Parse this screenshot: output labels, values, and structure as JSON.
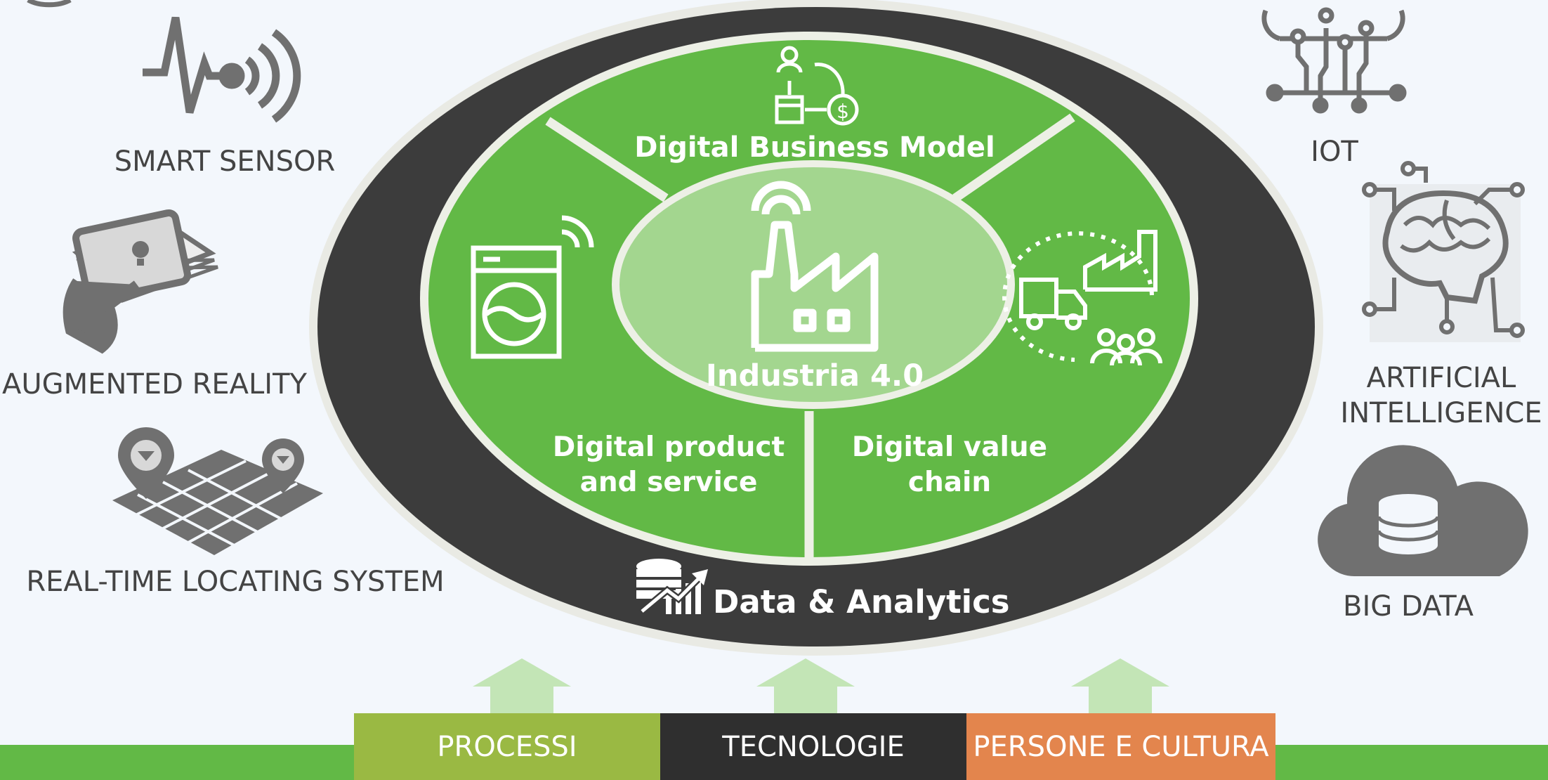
{
  "center": {
    "title": "Industria 4.0"
  },
  "ring_sections": {
    "top": "Digital Business Model",
    "bottom_left_line1": "Digital product",
    "bottom_left_line2": "and service",
    "bottom_right_line1": "Digital value",
    "bottom_right_line2": "chain"
  },
  "outer_ring": {
    "label": "Data & Analytics"
  },
  "technologies_left": [
    {
      "label": "SMART SENSOR",
      "icon": "smart-sensor-icon"
    },
    {
      "label": "AUGMENTED REALITY",
      "icon": "augmented-reality-icon"
    },
    {
      "label": "REAL-TIME LOCATING SYSTEM",
      "icon": "rtls-map-icon"
    }
  ],
  "technologies_right": [
    {
      "label": "IOT",
      "icon": "iot-circuit-icon"
    },
    {
      "label_line1": "ARTIFICIAL",
      "label_line2": "INTELLIGENCE",
      "icon": "ai-brain-icon"
    },
    {
      "label": "BIG DATA",
      "icon": "big-data-cloud-icon"
    }
  ],
  "pillars": [
    {
      "label": "PROCESSI",
      "color": "#9ab943"
    },
    {
      "label": "TECNOLOGIE",
      "color": "#2f2f2f"
    },
    {
      "label": "PERSONE E CULTURA",
      "color": "#e3854d"
    }
  ],
  "colors": {
    "background": "#f3f7fc",
    "green": "#62b946",
    "light_green": "#a3d68f",
    "dark_ring": "#3c3c3c",
    "arrow": "#c3e5b6",
    "icon_grey": "#707070"
  }
}
